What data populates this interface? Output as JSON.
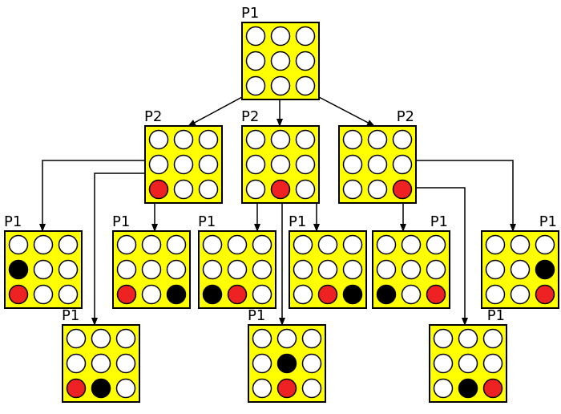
{
  "colors": {
    "board": "#ffff00",
    "border": "#000000",
    "empty": "#ffffff",
    "red": "#ee2222",
    "black": "#000000",
    "edge": "#000000"
  },
  "boards": [
    {
      "id": "root",
      "label": "P1",
      "cells": [
        "",
        "",
        "",
        "",
        "",
        "",
        "",
        "",
        ""
      ]
    },
    {
      "id": "a",
      "label": "P2",
      "cells": [
        "",
        "",
        "",
        "",
        "",
        "",
        "R",
        "",
        ""
      ]
    },
    {
      "id": "b",
      "label": "P2",
      "cells": [
        "",
        "",
        "",
        "",
        "",
        "",
        "",
        "R",
        ""
      ]
    },
    {
      "id": "c",
      "label": "P2",
      "cells": [
        "",
        "",
        "",
        "",
        "",
        "",
        "",
        "",
        "R"
      ]
    },
    {
      "id": "a1",
      "label": "P1",
      "cells": [
        "",
        "",
        "",
        "B",
        "",
        "",
        "R",
        "",
        ""
      ]
    },
    {
      "id": "a2",
      "label": "P1",
      "cells": [
        "",
        "",
        "",
        "",
        "",
        "",
        "R",
        "",
        "B"
      ]
    },
    {
      "id": "a3",
      "label": "P1",
      "cells": [
        "",
        "",
        "",
        "",
        "",
        "",
        "R",
        "B",
        ""
      ]
    },
    {
      "id": "b1",
      "label": "P1",
      "cells": [
        "",
        "",
        "",
        "",
        "",
        "",
        "B",
        "R",
        ""
      ]
    },
    {
      "id": "b2",
      "label": "P1",
      "cells": [
        "",
        "",
        "",
        "",
        "B",
        "",
        "",
        "R",
        ""
      ]
    },
    {
      "id": "b3",
      "label": "P1",
      "cells": [
        "",
        "",
        "",
        "",
        "",
        "",
        "",
        "R",
        "B"
      ]
    },
    {
      "id": "c1",
      "label": "P1",
      "cells": [
        "",
        "",
        "",
        "",
        "",
        "",
        "B",
        "",
        "R"
      ]
    },
    {
      "id": "c2",
      "label": "P1",
      "cells": [
        "",
        "",
        "",
        "",
        "",
        "",
        "",
        "B",
        "R"
      ]
    },
    {
      "id": "c3",
      "label": "P1",
      "cells": [
        "",
        "",
        "",
        "",
        "",
        "B",
        "",
        "",
        "R"
      ]
    }
  ],
  "edges": [
    {
      "from": "root",
      "to": "a"
    },
    {
      "from": "root",
      "to": "b"
    },
    {
      "from": "root",
      "to": "c"
    },
    {
      "from": "a",
      "to": "a1"
    },
    {
      "from": "a",
      "to": "a2"
    },
    {
      "from": "a",
      "to": "a3"
    },
    {
      "from": "b",
      "to": "b1"
    },
    {
      "from": "b",
      "to": "b2"
    },
    {
      "from": "b",
      "to": "b3"
    },
    {
      "from": "c",
      "to": "c1"
    },
    {
      "from": "c",
      "to": "c2"
    },
    {
      "from": "c",
      "to": "c3"
    }
  ]
}
